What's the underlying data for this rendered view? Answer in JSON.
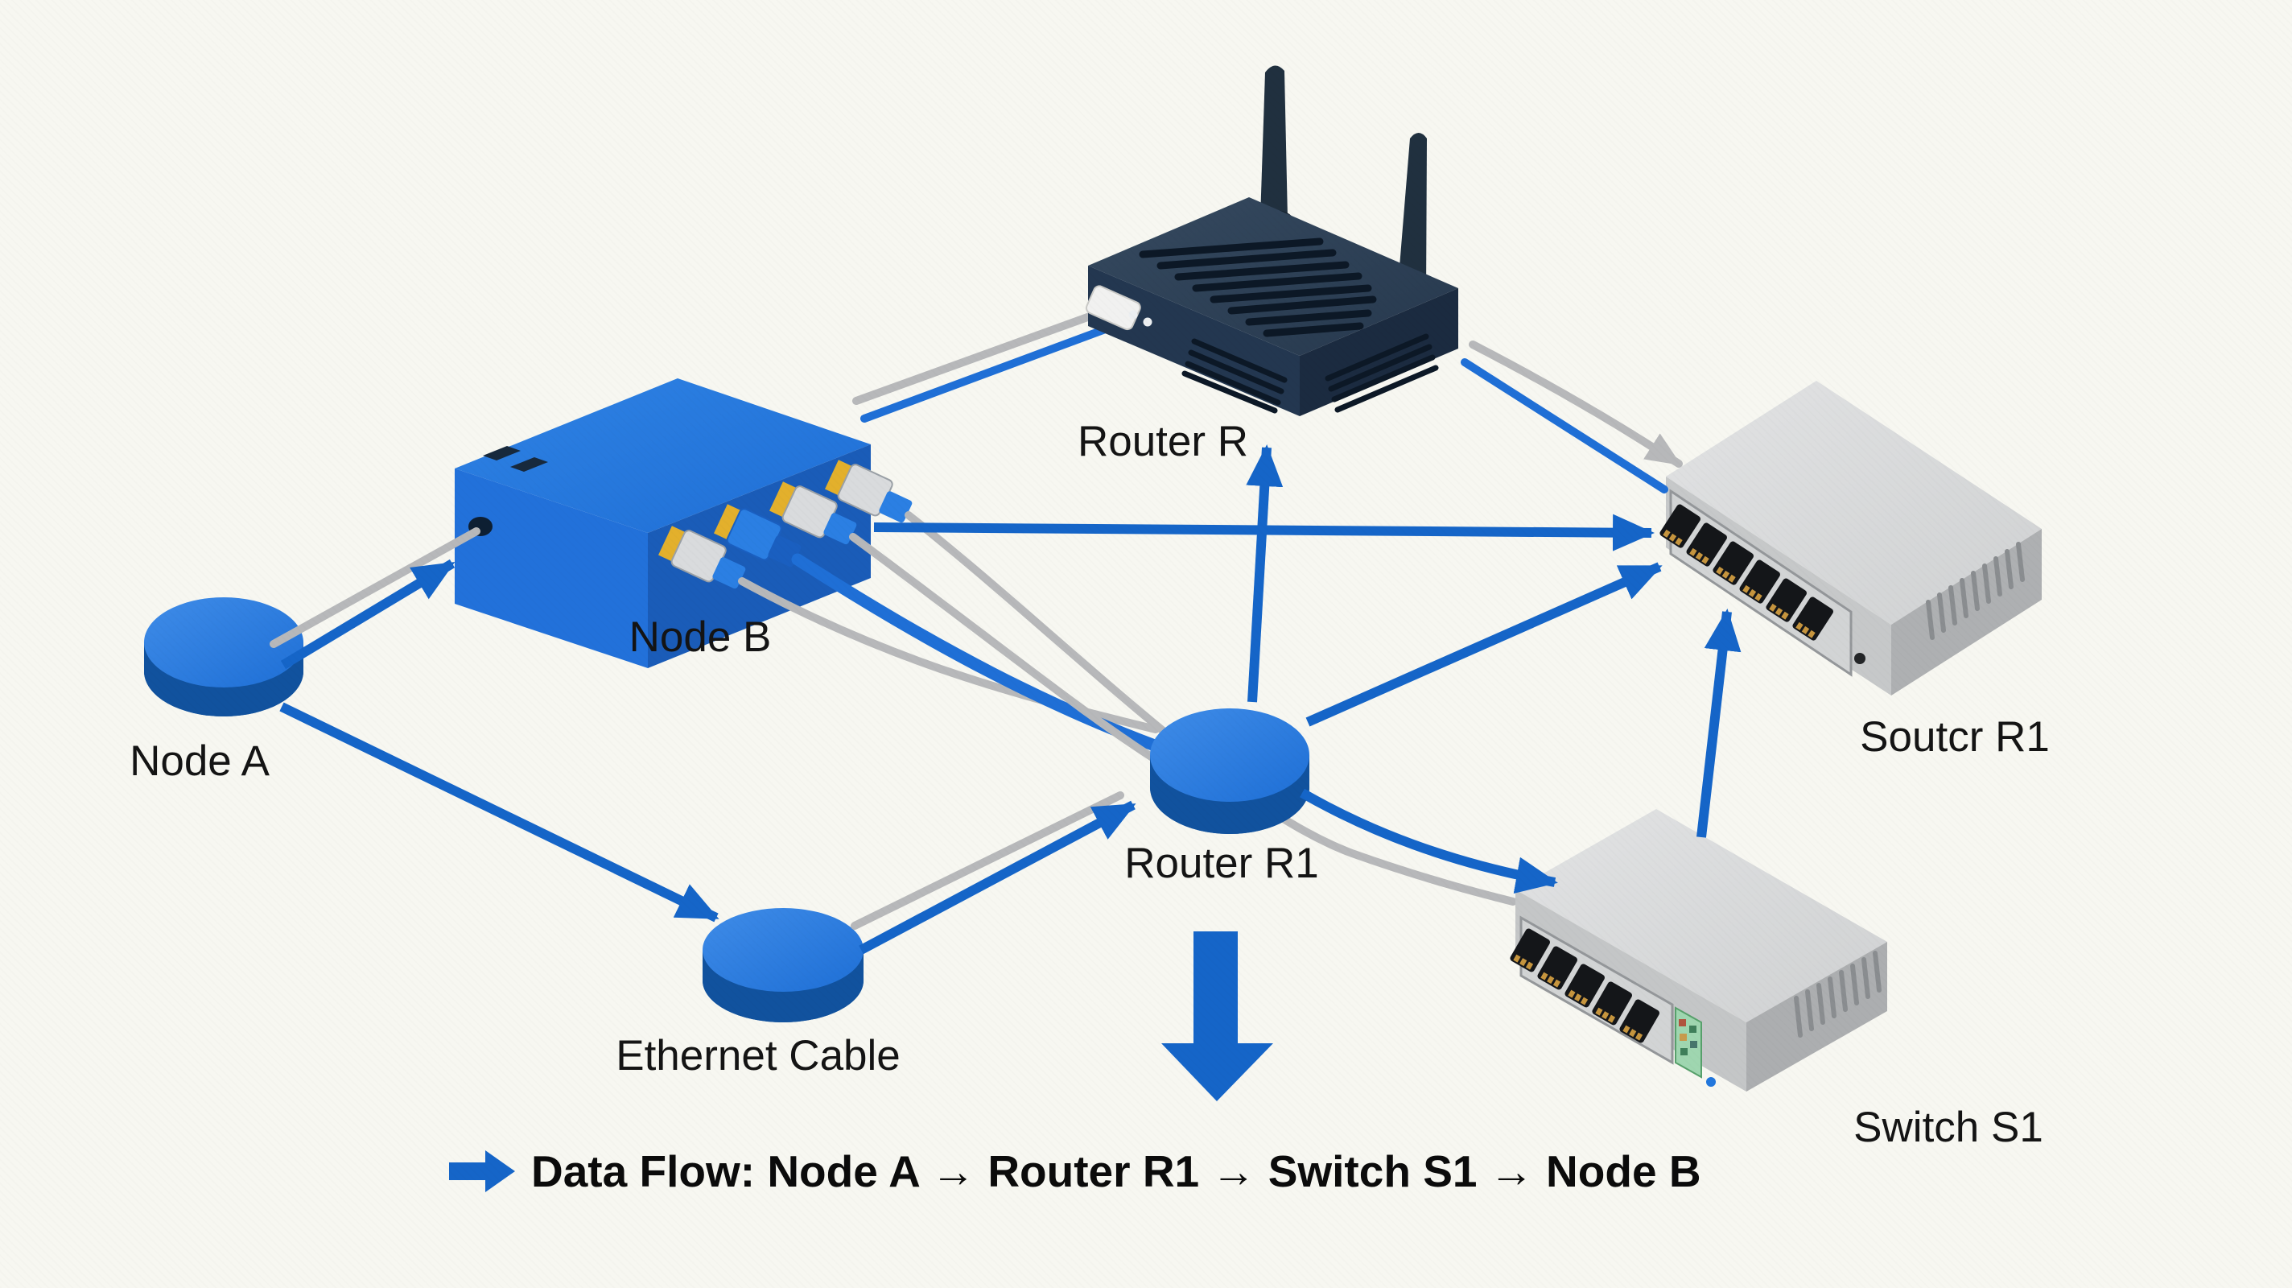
{
  "diagram": {
    "type": "network-topology-illustration",
    "background_color": "#f7f7f1",
    "arrow_color": "#1565c8",
    "cable_color": "#b7b8ba",
    "device_blue": "#2177dd",
    "router_navy": "#2c4158",
    "switch_gray": "#d8d9da",
    "labels": {
      "node_a": "Node A",
      "node_b": "Node B",
      "router_r": "Router R",
      "router_r1": "Router R1",
      "switch_r1": "Soutcr R1",
      "switch_s1": "Switch S1",
      "ethernet_cable": "Ethernet Cable"
    },
    "legend": {
      "text": "Data Flow: Node A → Router R1 → Switch S1 → Node B"
    },
    "connections": [
      {
        "from": "Node A",
        "to": "Node B",
        "style": "blue-arrow with gray cable"
      },
      {
        "from": "Node A",
        "to": "Ethernet Cable",
        "style": "blue-arrow"
      },
      {
        "from": "Ethernet Cable",
        "to": "Router R1",
        "style": "blue-arrow with gray cable"
      },
      {
        "from": "Node B",
        "to": "Router R",
        "style": "blue and gray cable pair"
      },
      {
        "from": "Node B",
        "to": "Router R1",
        "style": "bundle of patch cables"
      },
      {
        "from": "Node B",
        "to": "Soutcr R1",
        "style": "blue-arrow"
      },
      {
        "from": "Router R1",
        "to": "Router R",
        "style": "blue-arrow up"
      },
      {
        "from": "Router R1",
        "to": "Soutcr R1",
        "style": "blue-arrow"
      },
      {
        "from": "Router R1",
        "to": "Switch S1",
        "style": "blue-arrow with gray cable"
      },
      {
        "from": "Router R",
        "to": "Soutcr R1",
        "style": "gray-arrow with blue cable"
      },
      {
        "from": "Switch S1",
        "to": "Soutcr R1",
        "style": "blue-arrow up"
      },
      {
        "at": "Router R1",
        "style": "large blue arrow pointing down"
      }
    ]
  }
}
